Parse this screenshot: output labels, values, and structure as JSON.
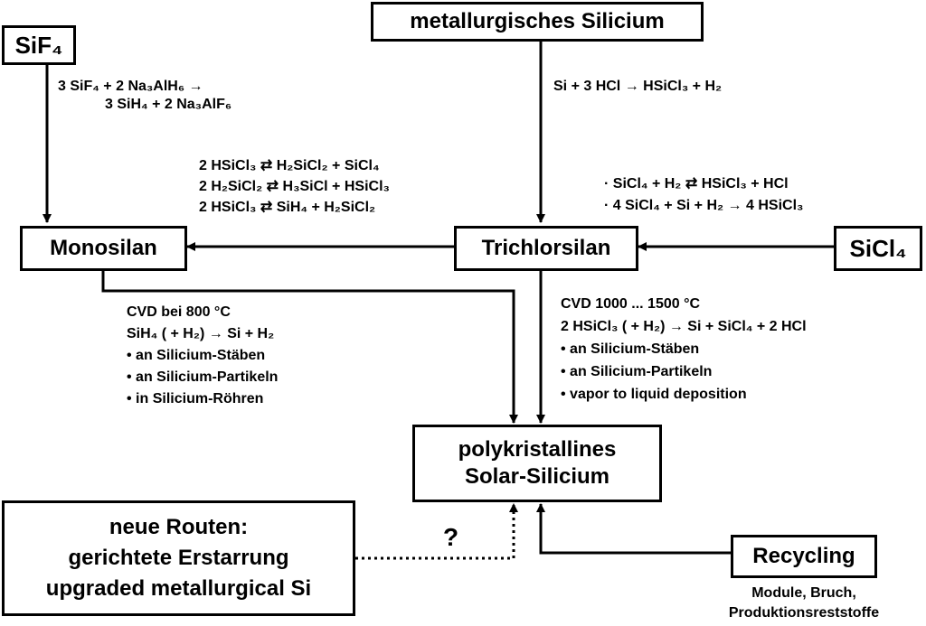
{
  "nodes": {
    "sif4": "SiF₄",
    "metallurgical": "metallurgisches Silicium",
    "monosilan": "Monosilan",
    "trichlorsilan": "Trichlorsilan",
    "sicl4": "SiCl₄",
    "polysilicon_line1": "polykristallines",
    "polysilicon_line2": "Solar-Silicium",
    "new_routes_line1": "neue Routen:",
    "new_routes_line2": "gerichtete Erstarrung",
    "new_routes_line3": "upgraded metallurgical Si",
    "recycling": "Recycling"
  },
  "labels": {
    "sif4_reaction": [
      "3 SiF₄ + 2 Na₃AlH₆ →",
      "3 SiH₄ + 2 Na₃AlF₆"
    ],
    "hcl_reaction": "Si + 3 HCl → HSiCl₃ + H₂",
    "dismutation": [
      "2 HSiCl₃  ⇄  H₂SiCl₂ + SiCl₄",
      "2 H₂SiCl₂ ⇄  H₃SiCl + HSiCl₃",
      "2 HSiCl₃  ⇄  SiH₄ + H₂SiCl₂"
    ],
    "sicl4_reactions": [
      "· SiCl₄ + H₂ ⇄  HSiCl₃ + HCl",
      "· 4 SiCl₄ + Si + H₂ → 4 HSiCl₃"
    ],
    "cvd_silane": [
      "CVD bei 800 °C",
      "SiH₄ ( + H₂) → Si + H₂",
      "• an Silicium-Stäben",
      "• an Silicium-Partikeln",
      "• in Silicium-Röhren"
    ],
    "cvd_trichlorsilane": [
      "CVD 1000 ... 1500 °C",
      "2 HSiCl₃ ( + H₂) → Si + SiCl₄ + 2 HCl",
      "• an Silicium-Stäben",
      "• an Silicium-Partikeln",
      "• vapor to liquid deposition"
    ],
    "question": "?",
    "recycling_sources": [
      "Module, Bruch,",
      "Produktionsreststoffe"
    ]
  }
}
